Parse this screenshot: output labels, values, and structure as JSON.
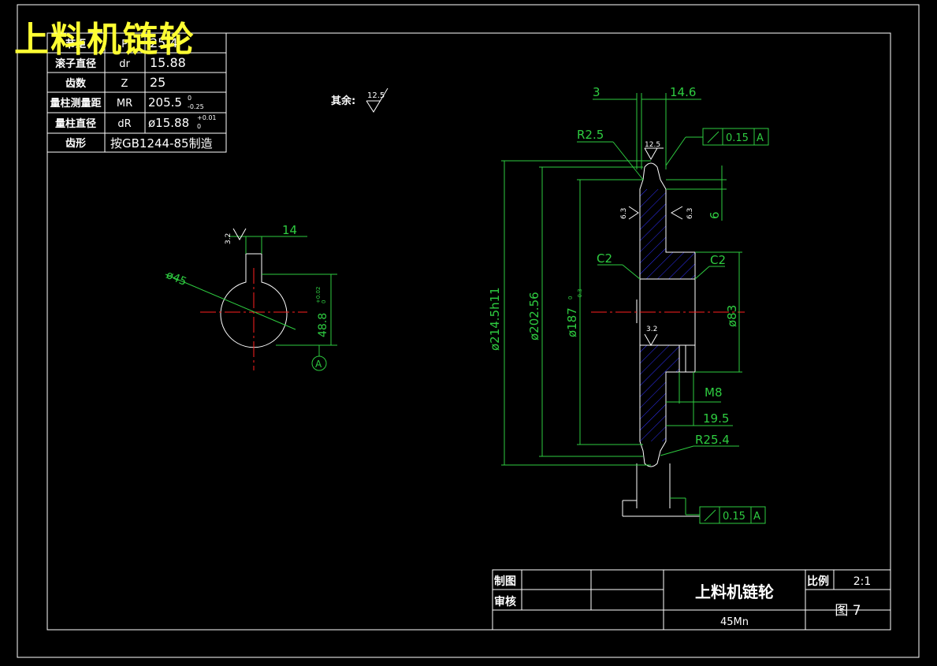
{
  "drawing_title": "上料机链轮",
  "param_table": [
    {
      "label": "节距",
      "symbol": "P",
      "value": "25.4"
    },
    {
      "label": "滚子直径",
      "symbol": "dr",
      "value": "15.88"
    },
    {
      "label": "齿数",
      "symbol": "Z",
      "value": "25"
    },
    {
      "label": "量柱测量距",
      "symbol": "MR",
      "value": "205.5",
      "tol_upper": "0",
      "tol_lower": "-0.25"
    },
    {
      "label": "量柱直径",
      "symbol": "dR",
      "value": "ø15.88",
      "tol_upper": "+0.01",
      "tol_lower": "0"
    },
    {
      "label": "齿形",
      "value": "按GB1244-85制造"
    }
  ],
  "note": {
    "label": "其余:",
    "roughness": "12.5"
  },
  "hub_view": {
    "dia": "ø45",
    "keyway_width": "14",
    "keyway_depth": "48.8",
    "keyway_tol_upper": "+0.02",
    "keyway_tol_lower": "0",
    "roughness": "3.2",
    "datum": "A"
  },
  "section_view": {
    "dim_3": "3",
    "dim_14_6": "14.6",
    "r2_5": "R2.5",
    "rough_12_5": "12.5",
    "tol_frame_top": {
      "tol": "0.15",
      "datum": "A"
    },
    "tol_frame_bottom": {
      "tol": "0.15",
      "datum": "A"
    },
    "od": "ø214.5h11",
    "pitch_d": "ø202.56",
    "root_d": "ø187",
    "root_tol_upper": "0",
    "root_tol_lower": "-0.3",
    "rough_6_3_left": "6.3",
    "rough_6_3_right": "6.3",
    "dim_6": "6",
    "c2_left": "C2",
    "c2_right": "C2",
    "bore": "ø83",
    "rough_3_2": "3.2",
    "thread": "M8",
    "dim_19_5": "19.5",
    "r25_4": "R25.4"
  },
  "title_block": {
    "drawn_label": "制图",
    "checked_label": "审核",
    "part_name": "上料机链轮",
    "material": "45Mn",
    "scale_label": "比例",
    "scale_value": "2:1",
    "figure_label": "图 7"
  },
  "colors": {
    "frame": "#ffffff",
    "dim": "#2ecc40",
    "center": "#ff2020",
    "hatch": "#3030ff",
    "title": "#ffff33"
  }
}
